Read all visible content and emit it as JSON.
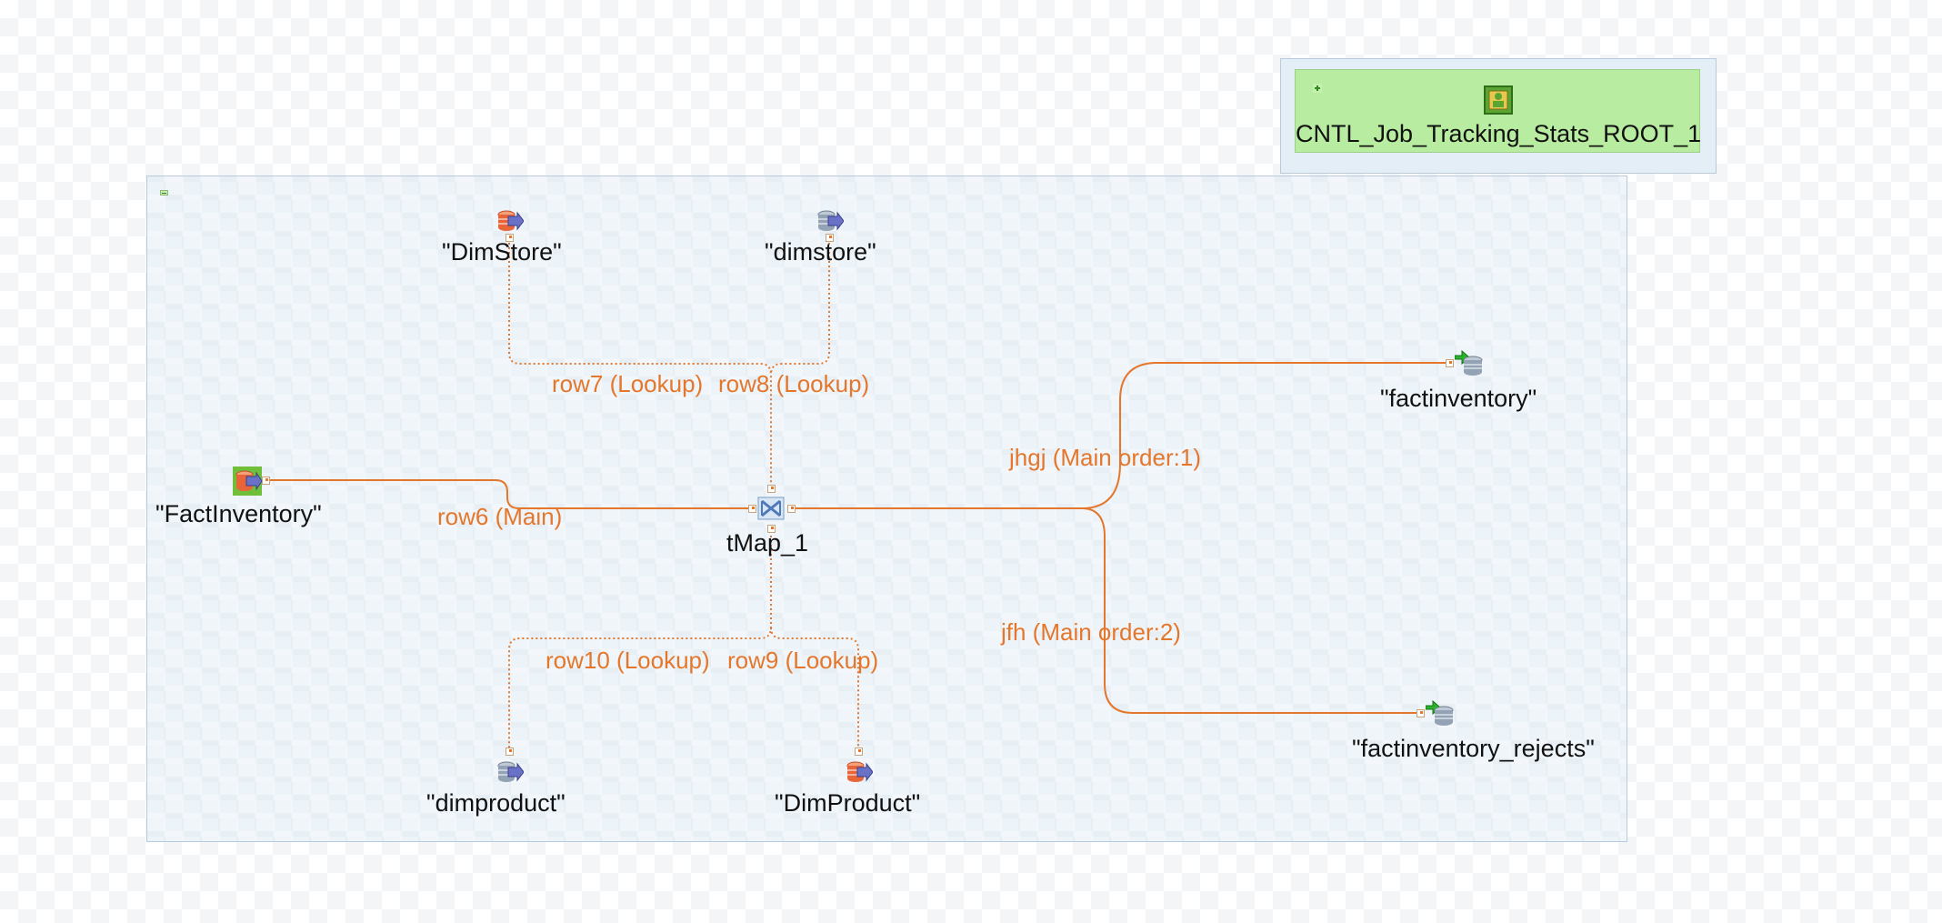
{
  "job": {
    "root_component_label": "CNTL_Job_Tracking_Stats_ROOT_1"
  },
  "components": {
    "fact_inventory_input": "\"FactInventory\"",
    "dimstore_lookup_1": "\"DimStore\"",
    "dimstore_lookup_2": "\"dimstore\"",
    "dimproduct_lookup_1": "\"dimproduct\"",
    "dimproduct_lookup_2": "\"DimProduct\"",
    "tmap": "tMap_1",
    "factinventory_output": "\"factinventory\"",
    "factinventory_rejects_output": "\"factinventory_rejects\""
  },
  "links": {
    "row6": "row6 (Main)",
    "row7": "row7 (Lookup)",
    "row8": "row8 (Lookup)",
    "row9": "row9 (Lookup)",
    "row10": "row10 (Lookup)",
    "jhgj": "jhgj (Main order:1)",
    "jfh": "jfh (Main order:2)"
  },
  "colors": {
    "link": "#e4772c",
    "subjob_fill": "#dceaf4",
    "root_fill": "#b8eca0",
    "text": "#111111"
  },
  "icons": {
    "input_db": "database-input-icon",
    "output_db": "database-output-icon",
    "tmap": "tmap-icon",
    "root": "job-tracking-icon"
  }
}
